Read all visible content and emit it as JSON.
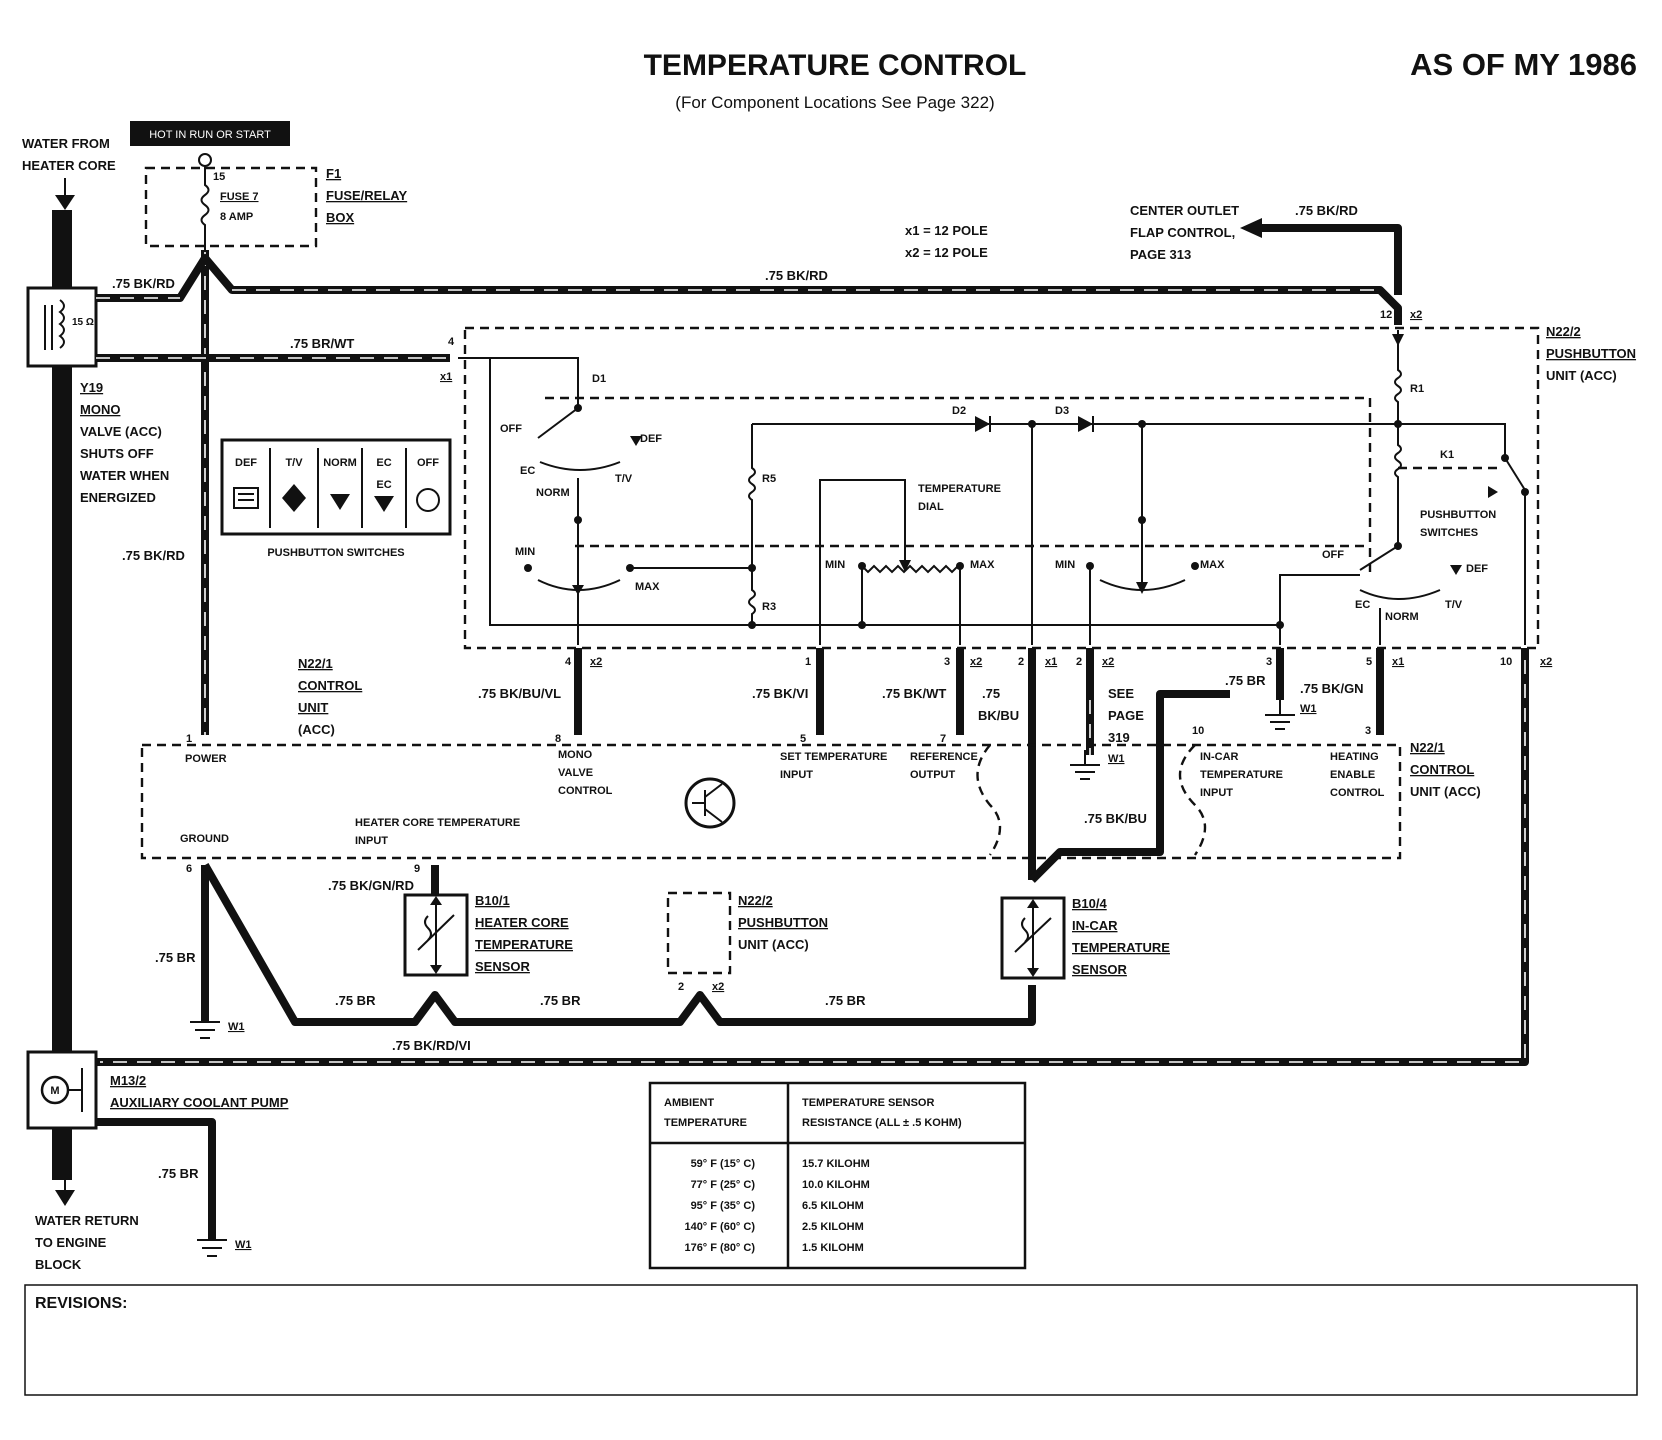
{
  "header": {
    "title": "TEMPERATURE CONTROL",
    "subtitle": "(For Component Locations See Page 322)",
    "model_year": "AS OF MY 1986",
    "hot_label": "HOT IN RUN OR START"
  },
  "water": {
    "from_line1": "WATER FROM",
    "from_line2": "HEATER CORE",
    "return_line1": "WATER RETURN",
    "return_line2": "TO ENGINE",
    "return_line3": "BLOCK"
  },
  "fuse_box": {
    "pin": "15",
    "fuse_line1": "FUSE 7",
    "fuse_line2": "8 AMP",
    "id": "F1",
    "name_line1": "FUSE/RELAY",
    "name_line2": "BOX"
  },
  "mono_valve": {
    "id": "Y19",
    "line1": "MONO",
    "line2": "VALVE (ACC)",
    "line3": "SHUTS OFF",
    "line4": "WATER WHEN",
    "line5": "ENERGIZED",
    "resistance": "15 Ω"
  },
  "connectors": {
    "x1": "x1 = 12 POLE",
    "x2": "x2 = 12 POLE"
  },
  "center_outlet": {
    "line1": "CENTER OUTLET",
    "line2": "FLAP CONTROL,",
    "line3": "PAGE 313"
  },
  "wires": {
    "bk_rd": ".75 BK/RD",
    "br_wt": ".75 BR/WT",
    "bk_bu_vl": ".75 BK/BU/VL",
    "bk_vi": ".75 BK/VI",
    "bk_wt": ".75 BK/WT",
    "bk_bu_a": ".75",
    "bk_bu_b": "BK/BU",
    "bk_bu": ".75 BK/BU",
    "br": ".75 BR",
    "bk_gn": ".75 BK/GN",
    "bk_gn_rd": ".75 BK/GN/RD",
    "bk_rd_vi": ".75 BK/RD/VI"
  },
  "pushbutton_unit": {
    "id": "N22/2",
    "line1": "PUSHBUTTON",
    "line2": "UNIT (ACC)",
    "switch_caption": "PUSHBUTTON SWITCHES",
    "switch_labels": [
      "DEF",
      "T/V",
      "NORM",
      "EC",
      "OFF"
    ],
    "ec_icon_label": "EC",
    "switch2_line1": "PUSHBUTTON",
    "switch2_line2": "SWITCHES",
    "temp_dial_line1": "TEMPERATURE",
    "temp_dial_line2": "DIAL",
    "d1": "D1",
    "d2": "D2",
    "d3": "D3",
    "r1": "R1",
    "r3": "R3",
    "r5": "R5",
    "k1": "K1",
    "off": "OFF",
    "def": "DEF",
    "ec": "EC",
    "tv": "T/V",
    "norm": "NORM",
    "min": "MIN",
    "max": "MAX"
  },
  "control_unit": {
    "id": "N22/1",
    "line1": "CONTROL",
    "line2": "UNIT",
    "line3": "(ACC)",
    "unit_acc": "UNIT (ACC)",
    "power": "POWER",
    "ground": "GROUND",
    "mono_line1": "MONO",
    "mono_line2": "VALVE",
    "mono_line3": "CONTROL",
    "set_line1": "SET TEMPERATURE",
    "set_line2": "INPUT",
    "ref_line1": "REFERENCE",
    "ref_line2": "OUTPUT",
    "heater_line1": "HEATER CORE TEMPERATURE",
    "heater_line2": "INPUT",
    "incar_line1": "IN-CAR",
    "incar_line2": "TEMPERATURE",
    "incar_line3": "INPUT",
    "heat_line1": "HEATING",
    "heat_line2": "ENABLE",
    "heat_line3": "CONTROL"
  },
  "see_page": {
    "line1": "SEE",
    "line2": "PAGE",
    "line3": "319"
  },
  "ground_label": "W1",
  "sensors": {
    "heater": {
      "id": "B10/1",
      "line1": "HEATER CORE",
      "line2": "TEMPERATURE",
      "line3": "SENSOR"
    },
    "incar": {
      "id": "B10/4",
      "line1": "IN-CAR",
      "line2": "TEMPERATURE",
      "line3": "SENSOR"
    }
  },
  "pump": {
    "id": "M13/2",
    "name": "AUXILIARY COOLANT PUMP",
    "symbol": "M"
  },
  "pins": {
    "p1": "1",
    "p2": "2",
    "p3": "3",
    "p4": "4",
    "p5": "5",
    "p6": "6",
    "p7": "7",
    "p8": "8",
    "p9": "9",
    "p10": "10",
    "p12": "12",
    "p15": "15",
    "x1": "x1",
    "x2": "x2"
  },
  "table": {
    "col1_line1": "AMBIENT",
    "col1_line2": "TEMPERATURE",
    "col2_line1": "TEMPERATURE SENSOR",
    "col2_line2": "RESISTANCE  (ALL ± .5 KOHM)",
    "rows": [
      {
        "temp": "59° F  (15° C)",
        "resistance": "15.7 KILOHM"
      },
      {
        "temp": "77° F  (25° C)",
        "resistance": "10.0 KILOHM"
      },
      {
        "temp": "95° F  (35° C)",
        "resistance": "6.5 KILOHM"
      },
      {
        "temp": "140° F  (60° C)",
        "resistance": "2.5 KILOHM"
      },
      {
        "temp": "176° F  (80° C)",
        "resistance": "1.5 KILOHM"
      }
    ]
  },
  "revisions": "REVISIONS:"
}
